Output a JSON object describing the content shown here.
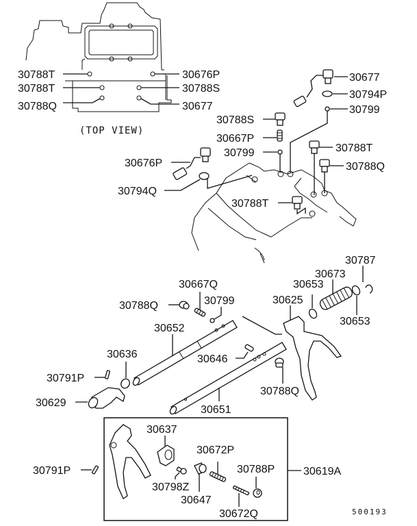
{
  "diagram": {
    "title_view": "(TOP VIEW)",
    "drawing_number": "500193",
    "top_view_labels": {
      "left": [
        "30788T",
        "30788T",
        "30788Q"
      ],
      "right": [
        "30676P",
        "30788S",
        "30677"
      ]
    },
    "labels": {
      "p30677": "30677",
      "p30794P": "30794P",
      "p30799_a": "30799",
      "p30788S": "30788S",
      "p30667P": "30667P",
      "p30799_b": "30799",
      "p30676P": "30676P",
      "p30794Q": "30794Q",
      "p30788T_a": "30788T",
      "p30788Q_a": "30788Q",
      "p30788T_b": "30788T",
      "p30787": "30787",
      "p30673": "30673",
      "p30653_a": "30653",
      "p30625": "30625",
      "p30653_b": "30653",
      "p30667Q": "30667Q",
      "p30788Q_b": "30788Q",
      "p30799_c": "30799",
      "p30652": "30652",
      "p30636": "30636",
      "p30646": "30646",
      "p30791P_a": "30791P",
      "p30788Q_c": "30788Q",
      "p30629": "30629",
      "p30651": "30651",
      "p30637": "30637",
      "p30672P": "30672P",
      "p30791P_b": "30791P",
      "p30788P": "30788P",
      "p30619A": "30619A",
      "p30798Z": "30798Z",
      "p30647": "30647",
      "p30672Q": "30672Q"
    }
  }
}
